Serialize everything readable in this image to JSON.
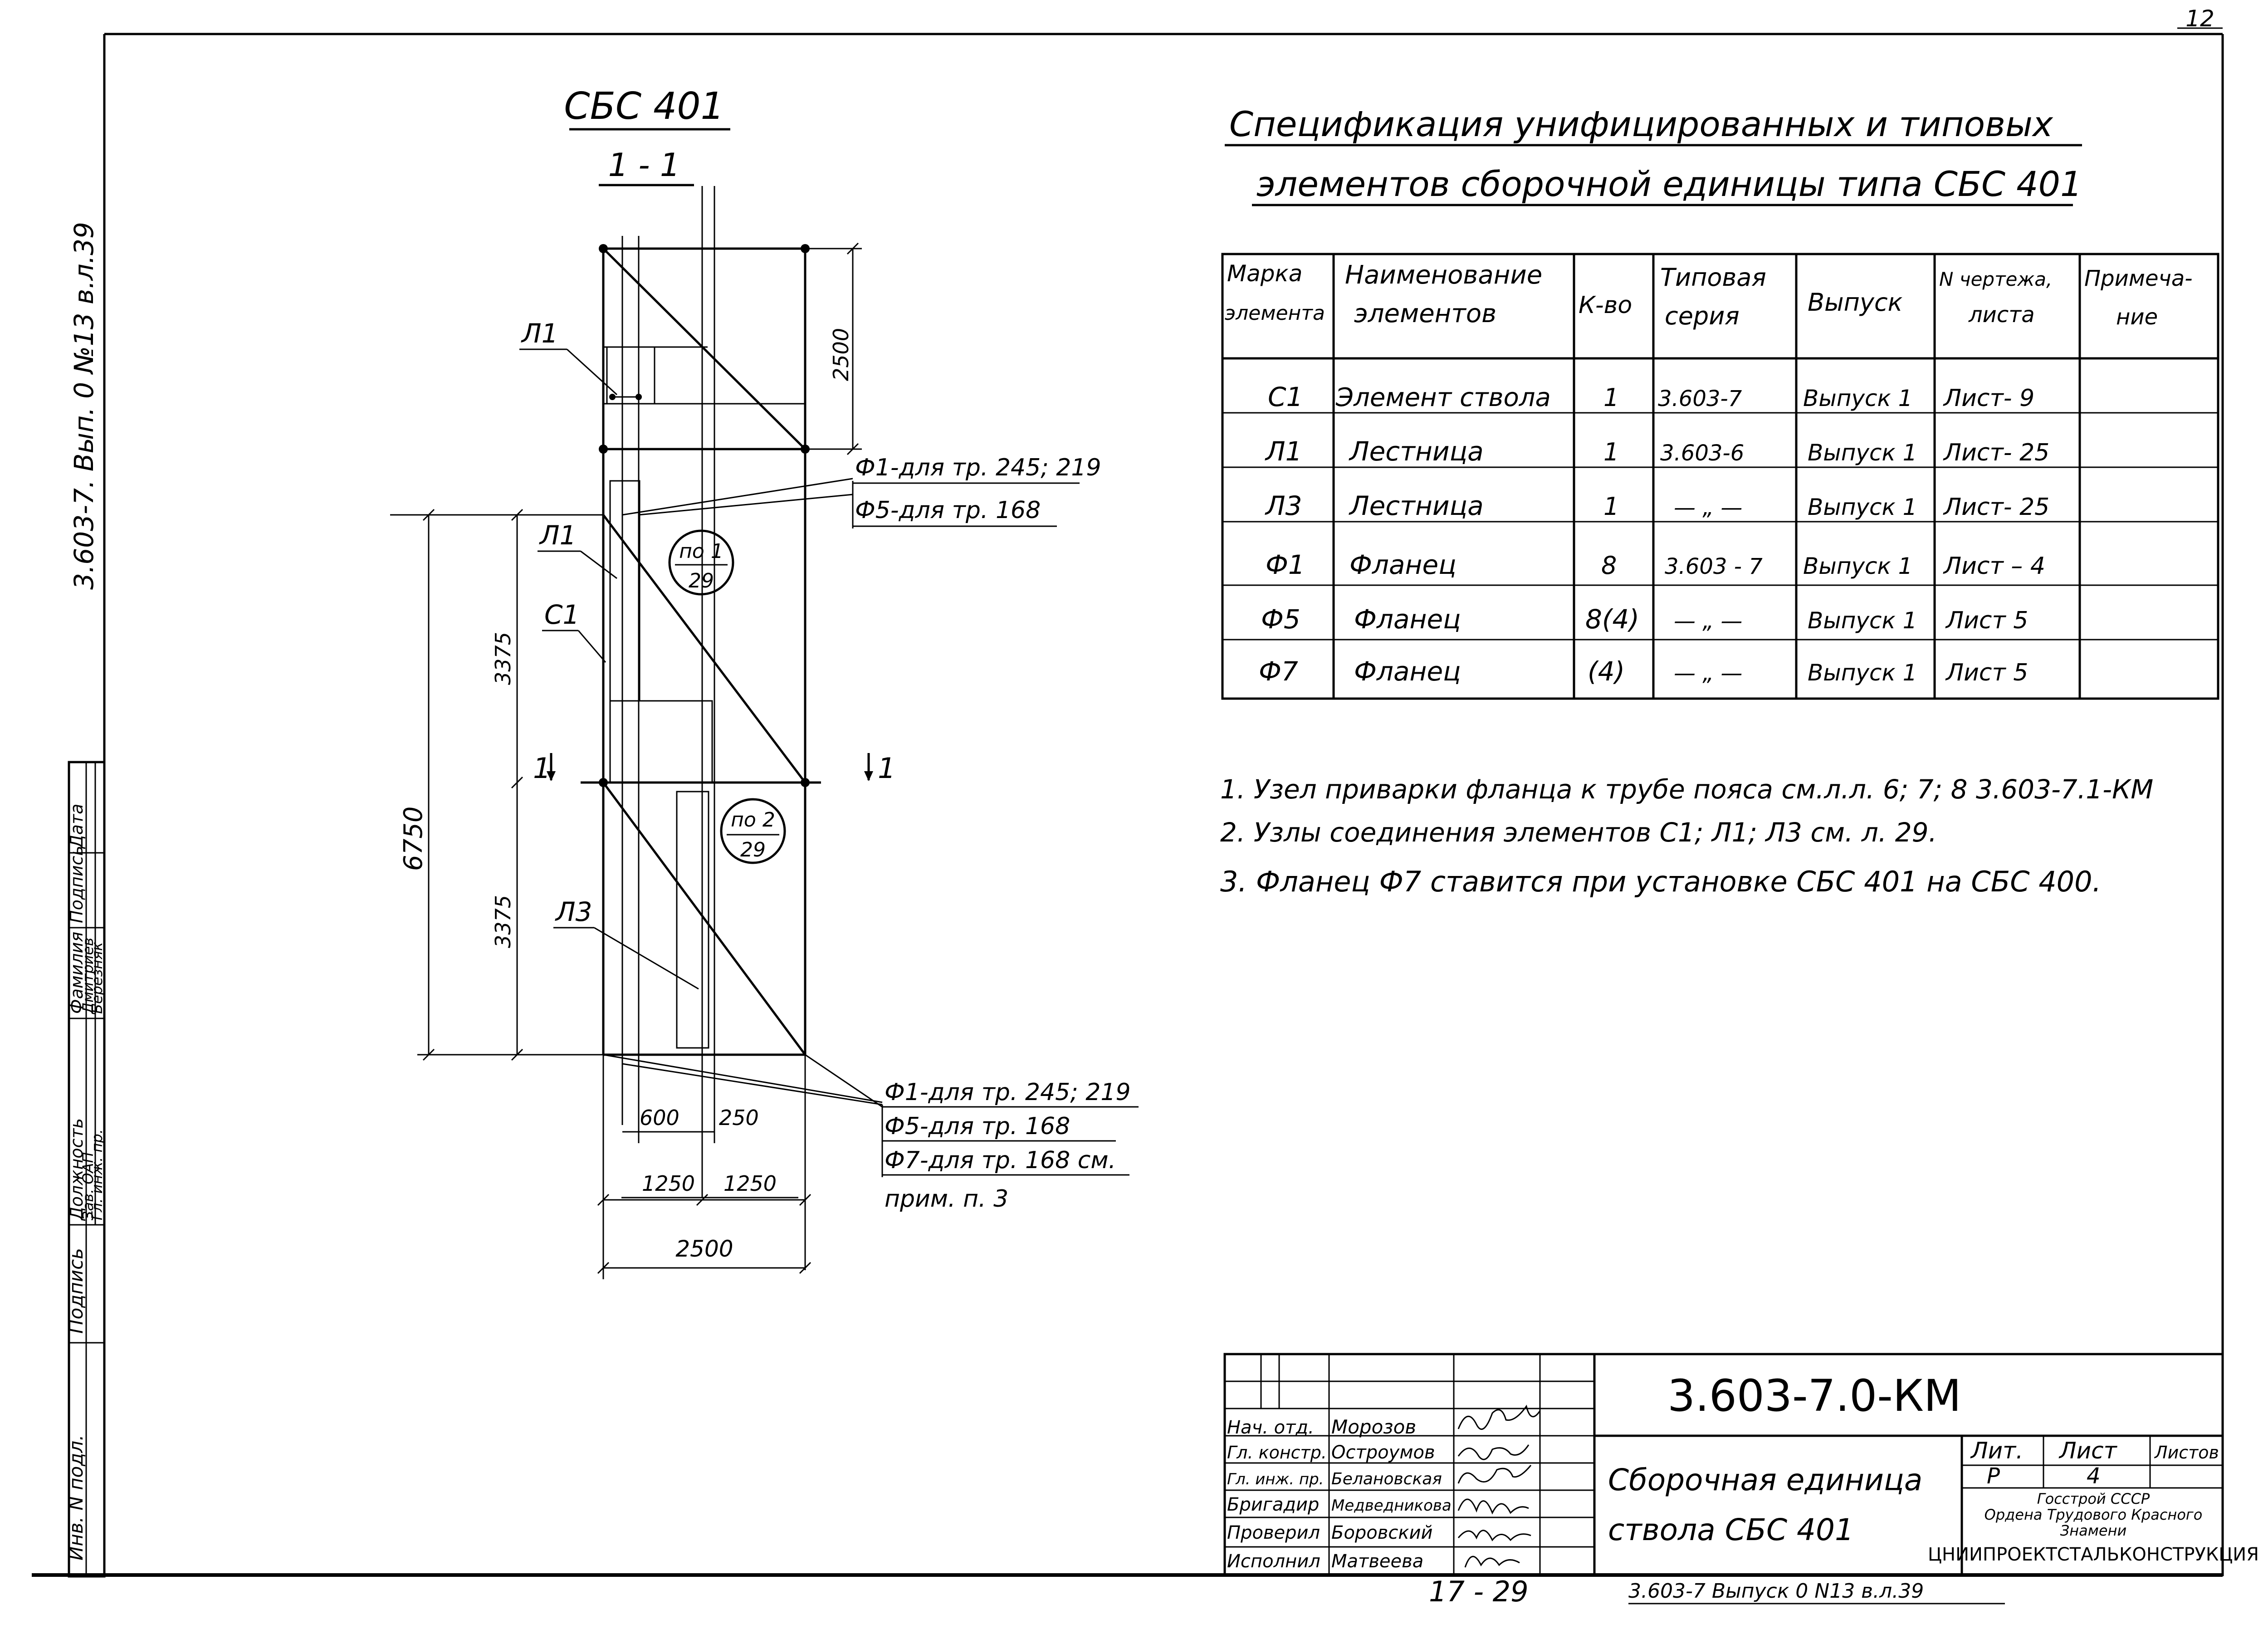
{
  "sheet_number": "12",
  "side_code": "3.603-7. Вып. 0 №13 в.л.39",
  "drawing": {
    "title": "СБС 401",
    "section": "1 - 1",
    "dims": {
      "top": "2500",
      "upper": "3375",
      "lower": "3375",
      "total": "6750",
      "w600": "600",
      "w250": "250",
      "half_left": "1250",
      "half_right": "1250",
      "width": "2500"
    },
    "labels": {
      "l1_top": "Л1",
      "l1_mid": "Л1",
      "c1": "С1",
      "l3": "Л3",
      "cut_left": "1",
      "cut_right": "1"
    },
    "callouts": {
      "c1_top": "по 1",
      "c1_bottom": "29",
      "c2_top": "по 2",
      "c2_bottom": "29"
    },
    "notes_upper": {
      "line1": "Ф1-для тр. 245; 219",
      "line2": "Ф5-для тр. 168"
    },
    "notes_lower": {
      "line1": "Ф1-для тр. 245; 219",
      "line2": "Ф5-для тр. 168",
      "line3": "Ф7-для тр. 168 см.",
      "line4": "прим. п. 3"
    }
  },
  "spec": {
    "title_line1": "Спецификация унифицированных и типовых",
    "title_line2": "элементов сборочной единицы типа СБС 401",
    "headers": [
      [
        "Марка",
        "элемента"
      ],
      [
        "Наименование",
        "элементов"
      ],
      [
        "К-во"
      ],
      [
        "Типовая",
        "серия"
      ],
      [
        "Выпуск"
      ],
      [
        "N чертежа,",
        "листа"
      ],
      [
        "Примеча-",
        "ние"
      ]
    ],
    "rows": [
      [
        "С1",
        "Элемент ствола",
        "1",
        "3.603-7",
        "Выпуск 1",
        "Лист- 9",
        ""
      ],
      [
        "Л1",
        "Лестница",
        "1",
        "3.603-6",
        "Выпуск 1",
        "Лист- 25",
        ""
      ],
      [
        "Л3",
        "Лестница",
        "1",
        "— „ —",
        "Выпуск 1",
        "Лист- 25",
        ""
      ],
      [
        "Ф1",
        "Фланец",
        "8",
        "3.603 - 7",
        "Выпуск 1",
        "Лист – 4",
        ""
      ],
      [
        "Ф5",
        "Фланец",
        "8(4)",
        "— „ —",
        "Выпуск 1",
        "Лист 5",
        ""
      ],
      [
        "Ф7",
        "Фланец",
        "(4)",
        "— „ —",
        "Выпуск 1",
        "Лист 5",
        ""
      ]
    ]
  },
  "notes": [
    "1. Узел приварки фланца к трубе пояса см.л.л. 6; 7; 8 3.603-7.1-КМ",
    "2. Узлы соединения элементов С1; Л1; Л3 см. л. 29.",
    "3. Фланец Ф7 ставится при установке СБС 401 на СБС 400."
  ],
  "left_strip": {
    "headers": [
      "Должность",
      "Фамилия",
      "Подпись",
      "Дата"
    ],
    "rows": [
      [
        "Зав. ОАП",
        "Дмитриев"
      ],
      [
        "Гл. инж. пр.",
        "Березняк"
      ]
    ],
    "podpis": "Подпись",
    "inv": "Инв. N подл."
  },
  "title_block": {
    "code": "3.603-7.0-КМ",
    "staff": [
      {
        "role": "Нач. отд.",
        "name": "Морозов"
      },
      {
        "role": "Гл. констр.",
        "name": "Остроумов"
      },
      {
        "role": "Гл. инж. пр.",
        "name": "Белановская"
      },
      {
        "role": "Бригадир",
        "name": "Медведникова"
      },
      {
        "role": "Проверил",
        "name": "Боровский"
      },
      {
        "role": "Исполнил",
        "name": "Матвеева"
      }
    ],
    "desc_line1": "Сборочная единица",
    "desc_line2": "ствола СБС 401",
    "lit_label": "Лит.",
    "list_label": "Лист",
    "lists_label": "Листов",
    "lit_value": "Р",
    "list_value": "4",
    "org_line1": "Госстрой СССР",
    "org_line2": "Ордена Трудового Красного",
    "org_line3": "Знамени",
    "org_line4": "ЦНИИПРОЕКТСТАЛЬКОНСТРУКЦИЯ"
  },
  "footer": {
    "left": "17 - 29",
    "right": "3.603-7  Выпуск 0  N13  в.л.39"
  }
}
